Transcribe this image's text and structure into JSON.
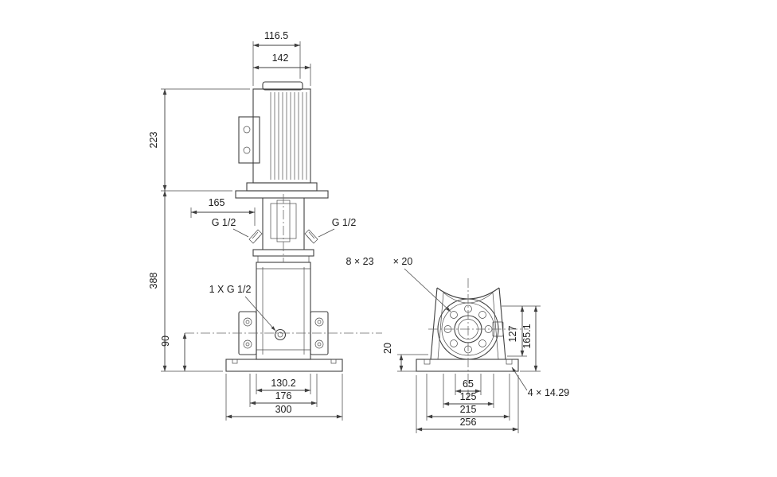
{
  "page": {
    "background": "#ffffff",
    "line_color": "#3f3f3f",
    "text_color": "#1c1c1c"
  },
  "front_view": {
    "dims": {
      "d116_5": "116.5",
      "d142": "142",
      "d223": "223",
      "d165": "165",
      "d388": "388",
      "d90": "90",
      "d130_2": "130.2",
      "d176": "176",
      "d300": "300"
    },
    "labels": {
      "port_left": "G 1/2",
      "port_right": "G 1/2",
      "drain": "1 X G 1/2"
    }
  },
  "side_view": {
    "dims": {
      "slot_spec": "8 × 23",
      "slot_depth": "× 20",
      "d20": "20",
      "d127": "127",
      "d165_1": "165.1",
      "d65": "65",
      "d125": "125",
      "d215": "215",
      "d256": "256",
      "holes": "4 × 14.29"
    }
  }
}
